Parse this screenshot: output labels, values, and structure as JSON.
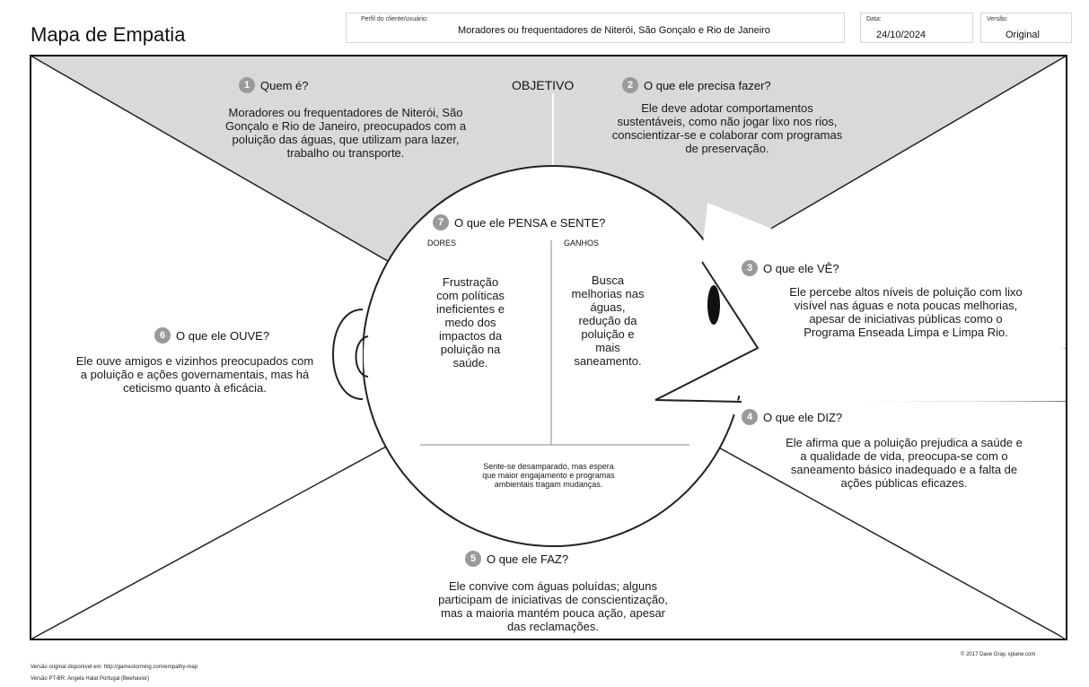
{
  "header": {
    "title": "Mapa de Empatia",
    "profile_label": "Perfil do cliente/usuário:",
    "profile_value": "Moradores ou frequentadores de Niterói, São Gonçalo e Rio de Janeiro",
    "date_label": "Data:",
    "date_value": "24/10/2024",
    "version_label": "Versão:",
    "version_value": "Original"
  },
  "objective": "OBJETIVO",
  "sections": {
    "who": {
      "number": "1",
      "title": "Quem é?",
      "lines": [
        "Moradores ou frequentadores de Niterói, São",
        "Gonçalo e Rio de Janeiro, preocupados com a",
        "poluição das águas, que utilizam para lazer,",
        "trabalho ou transporte."
      ]
    },
    "do": {
      "number": "2",
      "title": "O que ele precisa fazer?",
      "lines": [
        "Ele deve adotar comportamentos",
        "sustentáveis, como não jogar lixo nos rios,",
        "conscientizar-se e colaborar com programas",
        "de preservação."
      ]
    },
    "see": {
      "number": "3",
      "title": "O que ele VÊ?",
      "lines": [
        "Ele percebe altos níveis de poluição com lixo",
        "visível nas águas e nota poucas melhorias,",
        "apesar de iniciativas públicas como o",
        "Programa Enseada Limpa e Limpa Rio."
      ]
    },
    "say": {
      "number": "4",
      "title": "O que ele DIZ?",
      "lines": [
        "Ele afirma que a poluição prejudica a saúde e",
        "a qualidade de vida, preocupa-se com o",
        "saneamento básico inadequado e a falta de",
        "ações públicas eficazes."
      ]
    },
    "does": {
      "number": "5",
      "title": "O que ele FAZ?",
      "lines": [
        "Ele convive com águas poluídas; alguns",
        "participam de iniciativas de conscientização,",
        "mas a maioria mantém pouca ação, apesar",
        "das reclamações."
      ]
    },
    "hear": {
      "number": "6",
      "title": "O que ele OUVE?",
      "lines": [
        "Ele ouve amigos e vizinhos preocupados com",
        "a poluição e ações governamentais, mas há",
        "ceticismo quanto à eficácia."
      ]
    },
    "think": {
      "number": "7",
      "title": "O que ele PENSA e SENTE?",
      "pains_label": "DORES",
      "gains_label": "GANHOS",
      "pains_lines": [
        "Frustração",
        "com políticas",
        "ineficientes e",
        "medo dos",
        "impactos da",
        "poluição na",
        "saúde."
      ],
      "gains_lines": [
        "Busca",
        "melhorias nas",
        "águas,",
        "redução da",
        "poluição e",
        "mais",
        "saneamento."
      ],
      "bottom_lines": [
        "Sente-se desamparado, mas espera",
        "que maior engajamento e programas",
        "ambientais tragam mudanças."
      ]
    }
  },
  "footer": {
    "copyright": "© 2017 Dave Gray, xplane.com",
    "original": "Versão original disponível em: http://gamestorming.com/empathy-map",
    "ptbr": "Versão PT-BR: Angela Halat Portugal (Beehavior)"
  },
  "colors": {
    "shade": "#d9d9d9",
    "line": "#222222",
    "badge": "#9a9a9a"
  }
}
